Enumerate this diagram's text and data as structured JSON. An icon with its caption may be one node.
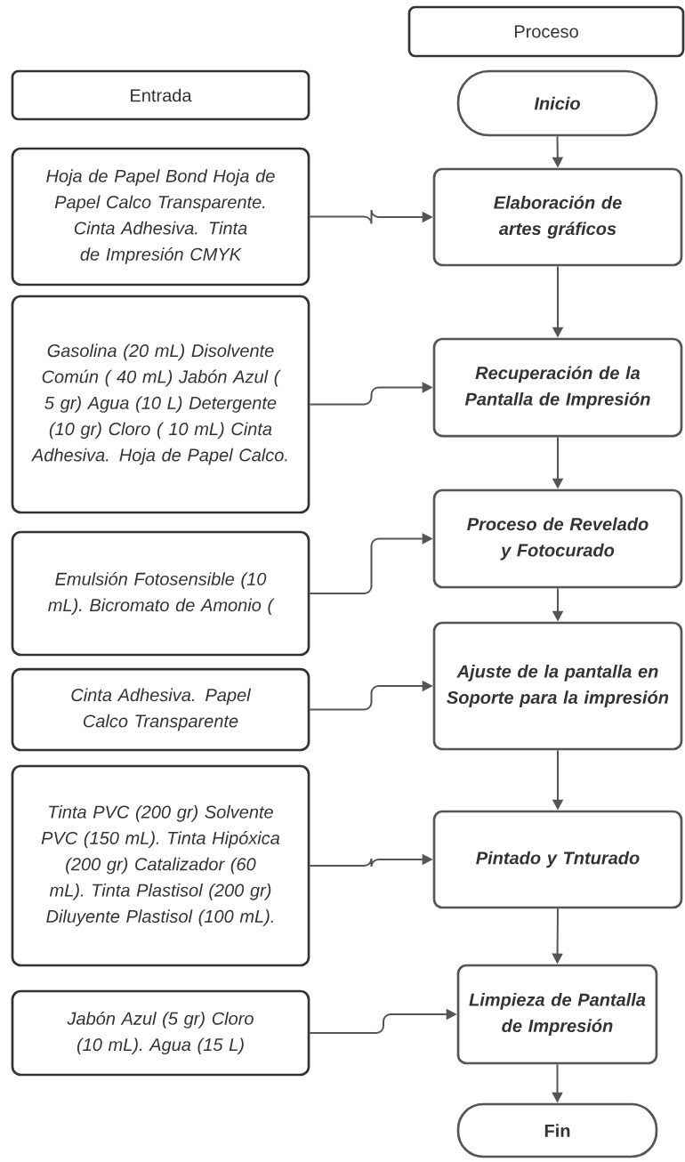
{
  "diagram": {
    "nodes": [
      {
        "text": [
          "Proceso"
        ]
      },
      {
        "text": [
          "Entrada"
        ]
      },
      {
        "text": [
          "Inicio"
        ]
      },
      {
        "text": [
          "Hoja de Papel Bond Hoja de Papel Calco Transparente. Cinta Adhesiva. Tinta de Impresión CMYK"
        ]
      },
      {
        "text": [
          "Elaboración de artes gráficos"
        ]
      },
      {
        "text": [
          "Gasolina (20 mL) Disolvente Común ( 40 mL) Jabón Azul ( 5 gr) Agua (10 L) Detergente (10 gr) Cloro ( 10 mL) Cinta Adhesiva. Hoja de Papel Calco."
        ]
      },
      {
        "text": [
          "Recuperación de la Pantalla de Impresión"
        ]
      },
      {
        "text": [
          "Emulsión Fotosensible (10 mL). Bicromato de Amonio ("
        ]
      },
      {
        "text": [
          "Proceso de Revelado y Fotocurado"
        ]
      },
      {
        "text": [
          "Cinta Adhesiva. Papel Calco Transparente"
        ]
      },
      {
        "text": [
          "Ajuste de la pantalla en Soporte para la impresión"
        ]
      },
      {
        "text": [
          "Tinta PVC (200 gr) Solvente PVC (150 mL). Tinta Hipóxica (200 gr) Catalizador (60 mL). Tinta Plastisol (200 gr) Diluyente Plastisol (100 mL)."
        ]
      },
      {
        "text": [
          "Pintado y Tnturado"
        ]
      },
      {
        "text": [
          "Jabón Azul  (5 gr) Cloro (10 mL). Agua (15 L)"
        ]
      },
      {
        "text": [
          "Limpieza de Pantalla de Impresión"
        ]
      },
      {
        "text": [
          "Fin"
        ]
      }
    ],
    "edges": [
      {
        "from": 2,
        "to": 4,
        "arrow": "to"
      },
      {
        "from": 3,
        "to": 4,
        "arrow": "to"
      },
      {
        "from": 4,
        "to": 6,
        "arrow": "to"
      },
      {
        "from": 5,
        "to": 6,
        "arrow": "to"
      },
      {
        "from": 6,
        "to": 8,
        "arrow": "to"
      },
      {
        "from": 7,
        "to": 8,
        "arrow": "to"
      },
      {
        "from": 8,
        "to": 10,
        "arrow": "to"
      },
      {
        "from": 9,
        "to": 10,
        "arrow": "to"
      },
      {
        "from": 10,
        "to": 12,
        "arrow": "to"
      },
      {
        "from": 11,
        "to": 12,
        "arrow": "to"
      },
      {
        "from": 12,
        "to": 14,
        "arrow": "to"
      },
      {
        "from": 13,
        "to": 14,
        "arrow": "to"
      },
      {
        "from": 14,
        "to": 15,
        "arrow": "to"
      }
    ]
  }
}
